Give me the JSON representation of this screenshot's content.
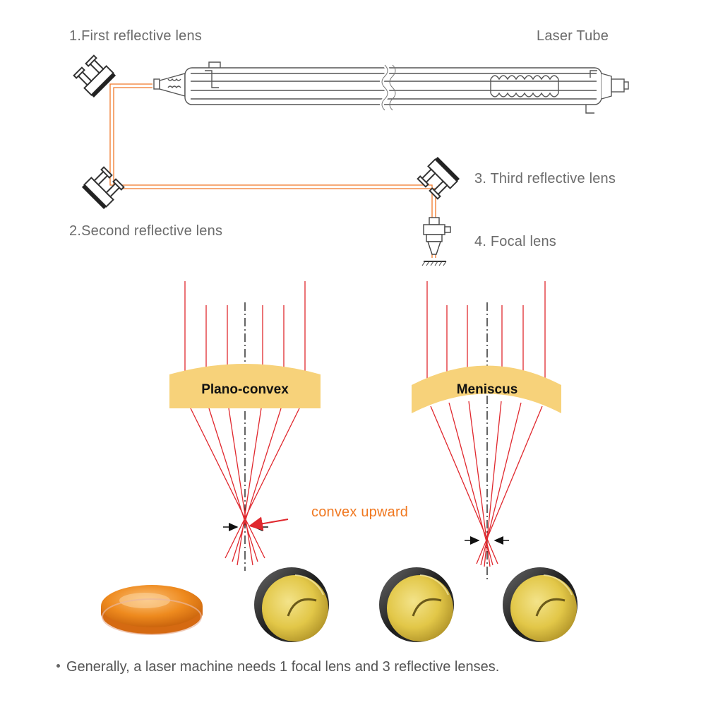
{
  "labels": {
    "first_reflective": "1.First reflective lens",
    "laser_tube": "Laser Tube",
    "second_reflective": "2.Second reflective lens",
    "third_reflective": "3. Third reflective lens",
    "focal_lens": "4. Focal lens",
    "plano_convex": "Plano-convex",
    "meniscus": "Meniscus",
    "convex_upward": "convex upward"
  },
  "footer_note": "Generally, a laser machine needs 1 focal lens and 3 reflective lenses.",
  "colors": {
    "beam": "#f07828",
    "ray": "#e0282e",
    "lens_body": "#f7d27a",
    "label_text": "#6b6b6b",
    "accent": "#f07820",
    "line_art": "#555555"
  },
  "icons": [
    "mirror-mount-icon",
    "laser-tube-icon",
    "focus-head-icon",
    "lens-photo-icon"
  ]
}
